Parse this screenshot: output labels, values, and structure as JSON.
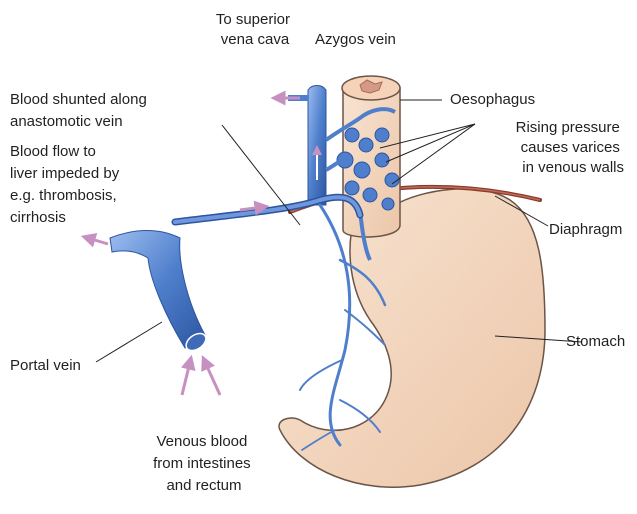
{
  "labels": {
    "superior_vena_cava": [
      "To superior",
      "vena cava"
    ],
    "azygos_vein": "Azygos vein",
    "oesophagus": "Oesophagus",
    "blood_shunted": [
      "Blood shunted along",
      "anastomotic vein"
    ],
    "rising_pressure": [
      "Rising pressure",
      "causes varices",
      "in venous walls"
    ],
    "blood_flow_impeded": [
      "Blood flow to",
      "liver impeded by",
      "e.g. thrombosis,",
      "cirrhosis"
    ],
    "diaphragm": "Diaphragm",
    "stomach": "Stomach",
    "portal_vein": "Portal vein",
    "venous_blood": [
      "Venous blood",
      "from intestines",
      "and rectum"
    ]
  },
  "colors": {
    "vein": "#4f7fcc",
    "vein_dark": "#2c55a0",
    "vein_light": "#8db1e8",
    "arrow": "#c690c0",
    "stomach": "#f3d8c2",
    "stomach_edge": "#6b5448",
    "diaphragm": "#8a3a2e",
    "text": "#231f20"
  },
  "icons": {
    "flow_arrow": "flow-arrow-icon"
  }
}
